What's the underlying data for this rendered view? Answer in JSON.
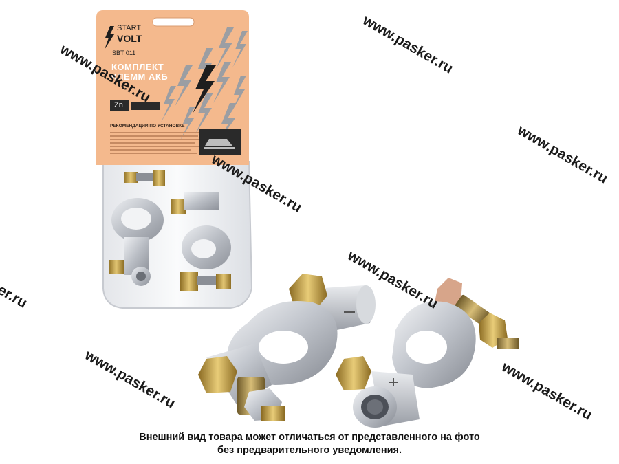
{
  "watermark": {
    "text": "www.pasker.ru",
    "fragment": "er.ru"
  },
  "package": {
    "brand_line1": "START",
    "brand_line2": "VOLT",
    "article": "SBT 011",
    "title_line1": "КОМПЛЕКТ",
    "title_line2": "КЛЕММ АКБ",
    "material_badge": "Zn",
    "instructions_heading": "РЕКОМЕНДАЦИИ ПО УСТАНОВКЕ"
  },
  "disclaimer": {
    "line1": "Внешний вид товара может отличаться от представленного на фото",
    "line2": "без предварительного уведомления."
  },
  "colors": {
    "package_card": "#f4b98d",
    "metal": "#c9ccd1",
    "brass": "#c7a14a",
    "watermark": "#1a1a1a"
  }
}
